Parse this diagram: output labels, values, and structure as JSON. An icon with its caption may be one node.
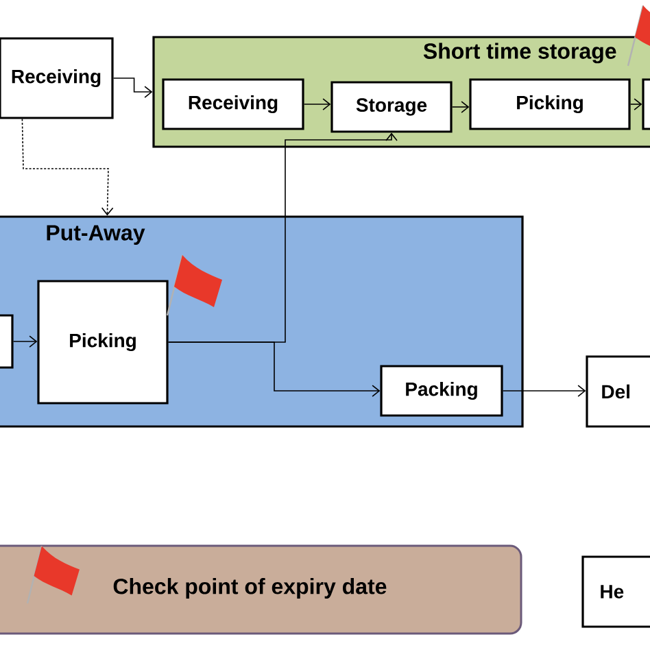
{
  "diagram": {
    "nodes": [
      {
        "text": [
          "Receiving"
        ]
      },
      {
        "text": [
          "Short time storage"
        ]
      },
      {
        "text": [
          "Receiving"
        ],
        "in": 1
      },
      {
        "text": [
          "Storage"
        ],
        "in": 1
      },
      {
        "text": [
          "Picking"
        ],
        "in": 1
      },
      {
        "text": [],
        "shape": "box",
        "in": 1
      },
      {
        "text": [
          "Put-Away"
        ]
      },
      {
        "text": [],
        "shape": "box",
        "in": 6
      },
      {
        "text": [
          "Picking"
        ],
        "in": 6
      },
      {
        "text": [
          "Packing"
        ],
        "in": 6
      },
      {
        "text": [
          "Del"
        ]
      },
      {
        "text": [
          "He"
        ]
      }
    ],
    "edges": [
      {
        "from": 0,
        "to": 1,
        "arrow": "to"
      },
      {
        "from": 0,
        "to": 6,
        "arrow": "to",
        "style": "dashed"
      },
      {
        "from": 2,
        "to": 3,
        "arrow": "to"
      },
      {
        "from": 3,
        "to": 4,
        "arrow": "to"
      },
      {
        "from": 4,
        "to": 5,
        "arrow": "to"
      },
      {
        "from": 7,
        "to": 8,
        "arrow": "to"
      },
      {
        "from": 8,
        "to": 3,
        "arrow": "to"
      },
      {
        "from": 8,
        "to": 9,
        "arrow": "to"
      },
      {
        "from": 9,
        "to": 10,
        "arrow": "to"
      }
    ],
    "legend": [
      {
        "text": "Check point of expiry date"
      }
    ]
  }
}
